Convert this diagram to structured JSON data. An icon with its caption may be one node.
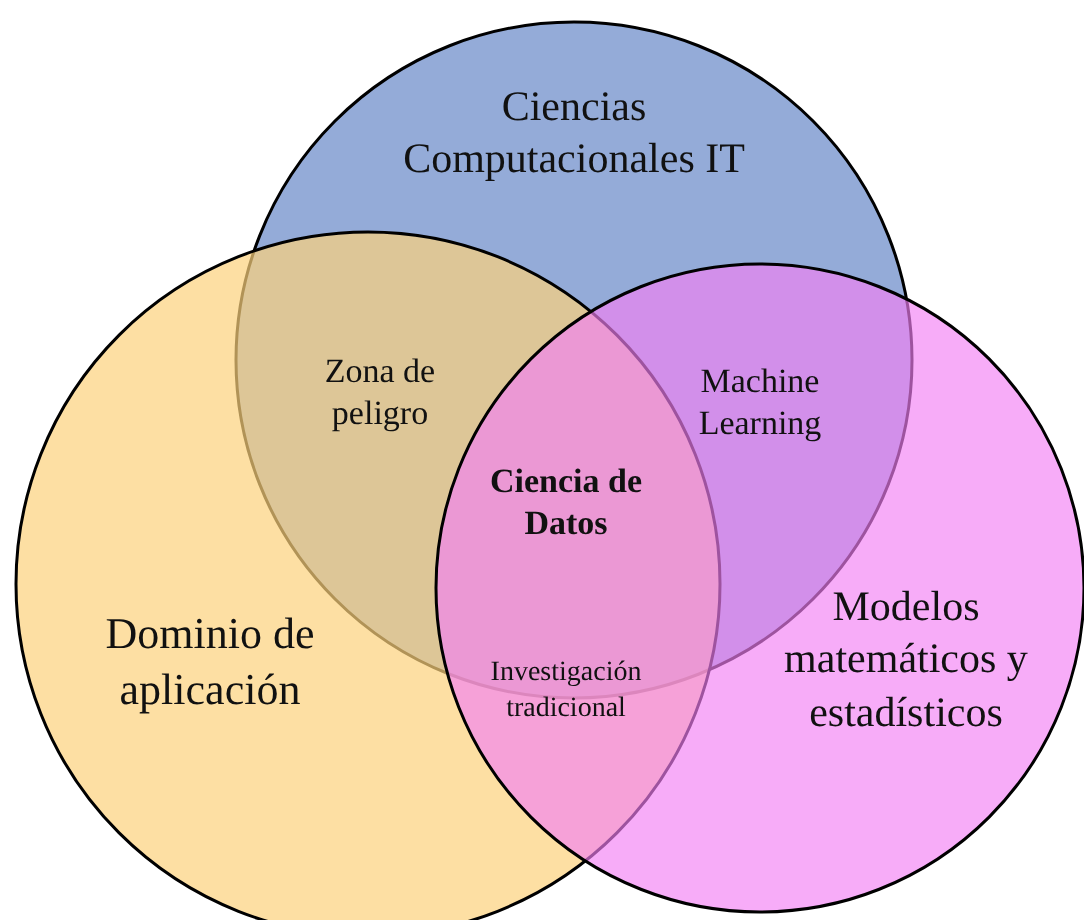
{
  "diagram": {
    "nodes": [
      {
        "text": [
          "Ciencias Computacionales IT"
        ]
      },
      {
        "text": [
          "Dominio de aplicación"
        ]
      },
      {
        "text": [
          "Modelos matemáticos y estadísticos"
        ]
      }
    ],
    "labels": [
      "Zona de peligro",
      "Machine Learning",
      "Ciencia de Datos",
      "Investigación tradicional"
    ]
  }
}
